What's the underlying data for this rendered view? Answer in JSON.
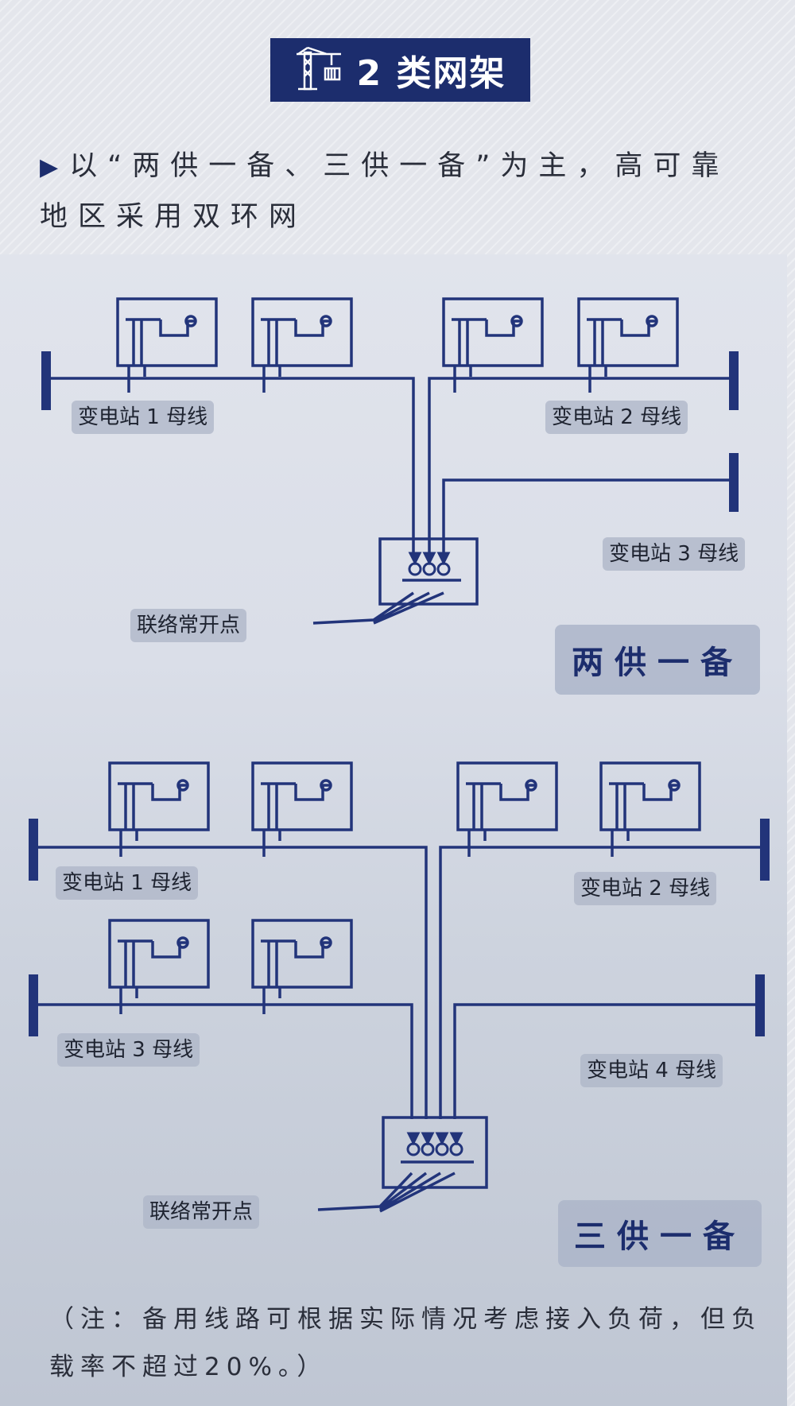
{
  "header": {
    "title": "2 类网架",
    "icon": "tower-crane-icon"
  },
  "intro": {
    "bullet_icon": "triangle-bullet-icon",
    "text": "以“两供一备、三供一备”为主，高可靠地区采用双环网"
  },
  "diagram_two": {
    "bus1_label": "变电站 1 母线",
    "bus2_label": "变电站 2 母线",
    "bus3_label": "变电站 3 母线",
    "tie_label": "联络常开点",
    "tag": "两供一备"
  },
  "diagram_three": {
    "bus1_label": "变电站 1 母线",
    "bus2_label": "变电站 2 母线",
    "bus3_label": "变电站 3 母线",
    "bus4_label": "变电站 4 母线",
    "tie_label": "联络常开点",
    "tag": "三供一备"
  },
  "note": {
    "text": "（注：备用线路可根据实际情况考虑接入负荷，但负载率不超过20%。）"
  },
  "colors": {
    "navy": "#1c2d6d",
    "line": "#22347a",
    "label_bg": "#aeb6c8"
  }
}
